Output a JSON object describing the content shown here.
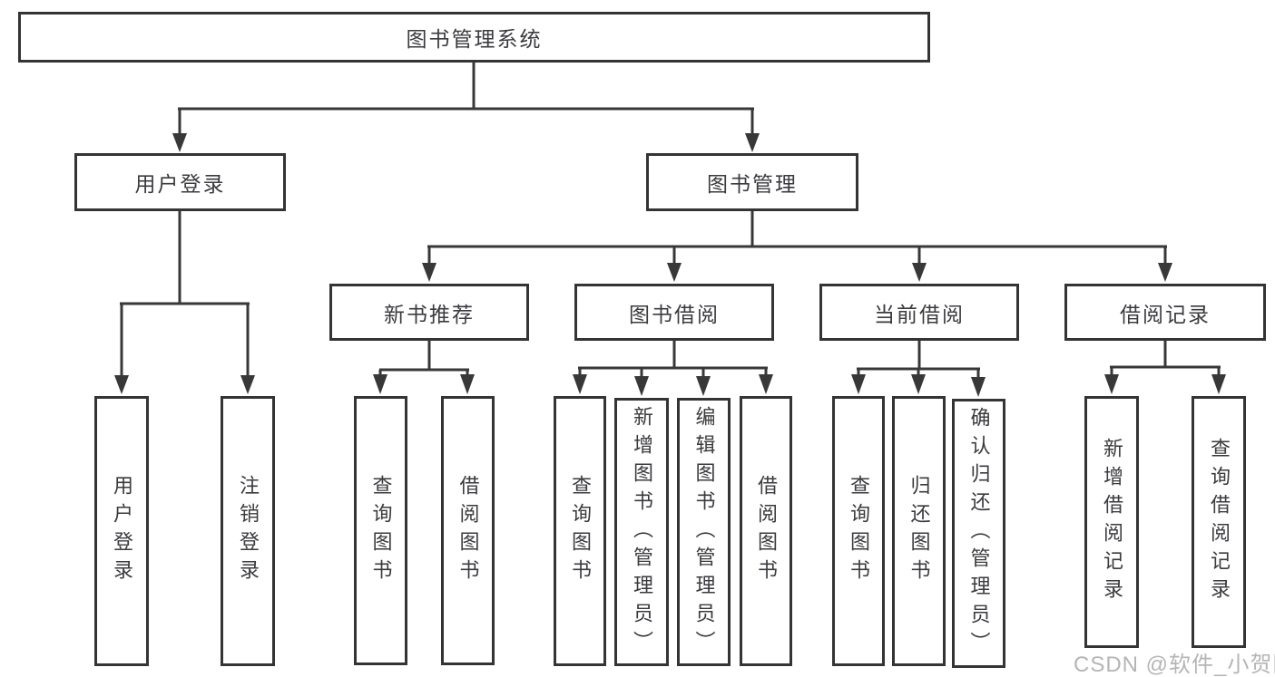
{
  "diagram": {
    "title": "图书管理系统",
    "root": {
      "label": "图书管理系统"
    },
    "branches": {
      "user_login": {
        "label": "用户登录",
        "children": {
          "login": "用户登录",
          "logout": "注销登录"
        }
      },
      "book_mgmt": {
        "label": "图书管理",
        "children": {
          "new_book": {
            "label": "新书推荐",
            "children": {
              "query": "查询图书",
              "borrow": "借阅图书"
            }
          },
          "borrowing": {
            "label": "图书借阅",
            "children": {
              "query": "查询图书",
              "add": "新增图书（管理员）",
              "edit": "编辑图书（管理员）",
              "borrow": "借阅图书"
            }
          },
          "current": {
            "label": "当前借阅",
            "children": {
              "query": "查询图书",
              "return": "归还图书",
              "confirm": "确认归还（管理员）"
            }
          },
          "records": {
            "label": "借阅记录",
            "children": {
              "add": "新增借阅记录",
              "query": "查询借阅记录"
            }
          }
        }
      }
    }
  },
  "watermark": {
    "text": "CSDN @软件_小贺同学"
  },
  "colors": {
    "line": "#383838",
    "border": "#343434",
    "text": "#3b3b3f",
    "watermark": "#b5b5b5",
    "background": "#ffffff"
  }
}
